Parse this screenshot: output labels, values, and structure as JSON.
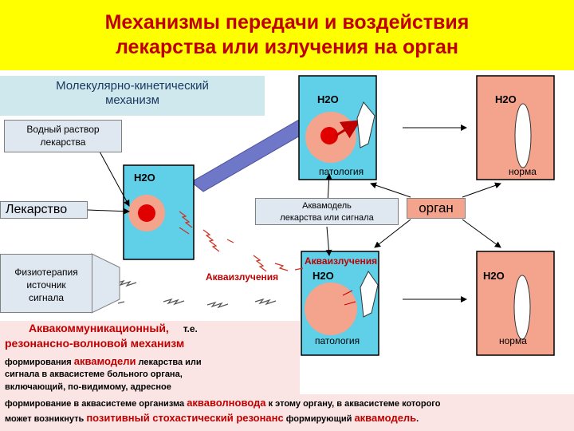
{
  "title": {
    "line1": "Механизмы передачи и воздействия",
    "line2": "лекарства или излучения на орган"
  },
  "mol_box": {
    "line1": "Молекулярно-кинетический",
    "line2": "механизм"
  },
  "water_solution": {
    "line1": "Водный раствор",
    "line2": "лекарства"
  },
  "drug_label": "Лекарство",
  "physio": {
    "line1": "Физиотерапия",
    "line2": "источник",
    "line3": "сигнала"
  },
  "h2o": "H2O",
  "pathology": "патология",
  "norm": "норма",
  "aquamodel": {
    "line1": "Аквамодель",
    "line2": "лекарства или сигнала"
  },
  "organ": "орган",
  "aqua_radiation": "Акваизлучения",
  "aqua_comm": {
    "line1": "Аквакоммуникационный,",
    "line1b": "т.е.",
    "line2": "резонансно-волновой механизм"
  },
  "bottom": {
    "l1a": "формирования ",
    "l1b": "аквамодели",
    "l1c": " лекарства или",
    "l2": "сигнала в аквасистеме больного органа,",
    "l3": "включающий, по-видимому, адресное",
    "l4a": "формирование в аквасистеме организма ",
    "l4b": "акваволновода",
    "l4c": " к этому органу, в аквасистеме которого",
    "l5a": "может возникнуть ",
    "l5b": "позитивный стохастический резонанс",
    "l5c": " формирующий ",
    "l5d": "аквамодель",
    "l5e": "."
  },
  "colors": {
    "title_bg": "#ffff00",
    "title_text": "#c00000",
    "water": "#5fd0e8",
    "beaker_tissue": "#f4a38c",
    "organ_bg": "#f4a38c",
    "accent_red": "#c00000"
  }
}
